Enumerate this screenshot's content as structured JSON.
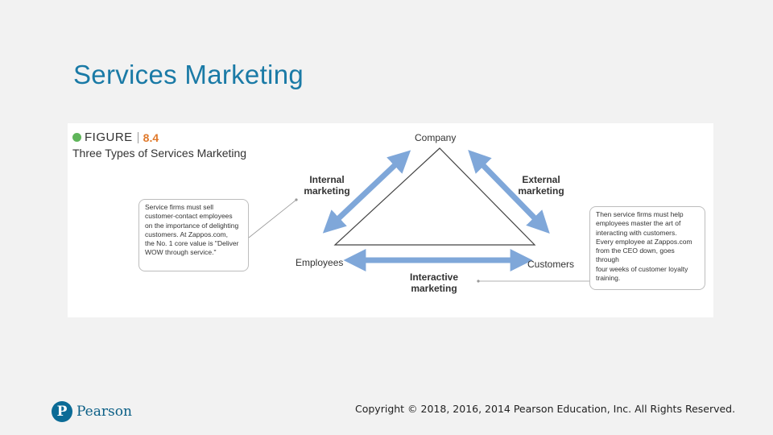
{
  "slide": {
    "title": "Services Marketing"
  },
  "figure": {
    "label": "FIGURE",
    "number": "8.4",
    "caption": "Three Types of Services Marketing",
    "nodes": {
      "company": "Company",
      "employees": "Employees",
      "customers": "Customers"
    },
    "types": {
      "internal_line1": "Internal",
      "internal_line2": "marketing",
      "external_line1": "External",
      "external_line2": "marketing",
      "interactive_line1": "Interactive",
      "interactive_line2": "marketing"
    },
    "callouts": {
      "left": [
        "Service firms must sell",
        "customer-contact employees",
        "on the importance of delighting",
        "customers. At Zappos.com,",
        "the No. 1 core value is \"Deliver",
        "WOW through service.\""
      ],
      "right": [
        "Then service firms must help",
        "employees master the art of",
        "interacting with customers.",
        "Every employee at Zappos.com",
        "from the CEO down, goes through",
        "four weeks of customer loyalty",
        "training."
      ]
    },
    "colors": {
      "arrow": "#7fa7d9",
      "dot": "#5fb55a",
      "number": "#e0792b"
    }
  },
  "footer": {
    "brand": "Pearson",
    "brand_mark": "P",
    "copyright": "Copyright © 2018, 2016, 2014 Pearson Education, Inc. All Rights Reserved."
  }
}
